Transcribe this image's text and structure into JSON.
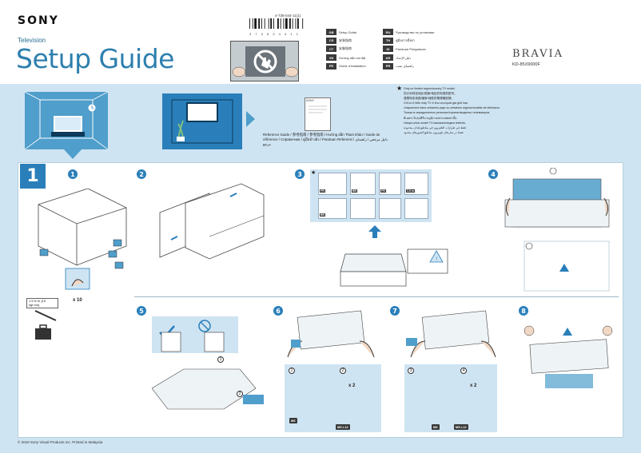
{
  "header": {
    "brand": "SONY",
    "category": "Television",
    "title": "Setup Guide",
    "part_number": "4-736-044-11(1)",
    "barcode_text": "4 7 3 6 0 4 4 1 1",
    "product_line": "BRAVIA",
    "model": "KD-85X9000F"
  },
  "languages": [
    {
      "code": "GB",
      "name": "Setup Guide"
    },
    {
      "code": "RU",
      "name": "Руководство по установке"
    },
    {
      "code": "CS",
      "name": "安装指南"
    },
    {
      "code": "TH",
      "name": "คู่มือการตั้งค่า"
    },
    {
      "code": "CT",
      "name": "安裝指南"
    },
    {
      "code": "ID",
      "name": "Panduan Pengaturan"
    },
    {
      "code": "VN",
      "name": "Hướng dẫn cài đặt"
    },
    {
      "code": "AR",
      "name": "دليل الإعداد"
    },
    {
      "code": "FR",
      "name": "Guide d'installation"
    },
    {
      "code": "PR",
      "name": "راهنمای نصب"
    }
  ],
  "reference": {
    "book_label": "SONY",
    "text": "Reference Guide / 参考指南 / 參考指南 / Hướng dẫn Tham khảo / Guide de référence / Справочник / คู่มืออ้างอิง / Panduan Referensi / دليل مرجعي / راهنمای مرجع"
  },
  "tv_note": {
    "star": "★",
    "lines": [
      "Only on limited region/country TV model.",
      "仅针对特定地区/国家/地区的电视机型号。",
      "僅限特定地區/國家/地區的電視機型號。",
      "Chỉ có ở kiểu máy TV ở khu vực/quốc gia giới hạn.",
      "Uniquement dans certaines pays ou certaines régions/modèle de téléviseur.",
      "Только в определенных регионах/странах/моделях телевизоров.",
      "มีเฉพาะในรุ่นทีวีบางภูมิภาค/ประเทศเท่านั้น",
      "Hanya untuk model TV kawasan/negara tertentu.",
      "فقط في طرازات التلفزيون في مناطق/بلدان محدودة",
      "فقط در مدل‌های تلویزیون مناطق/کشورهای محدود"
    ]
  },
  "steps": {
    "main_step": "1",
    "substeps": [
      "1",
      "2",
      "3",
      "4",
      "5",
      "6",
      "7",
      "8"
    ]
  },
  "accessory_tags": [
    "PR",
    "BR",
    "PR",
    "1.5 m",
    "BR",
    "",
    "",
    ""
  ],
  "torque_note": "1.5 N·m {15 kgf·cm}",
  "screws_count": "x 10",
  "panel_tags": {
    "step6_sub1": "1",
    "step6_sub2": "2",
    "step7_sub3": "3",
    "step7_sub4": "4",
    "x2": "x 2",
    "tag_a": "M6",
    "tag_b": "M5 L12",
    "tag_c": "M6",
    "tag_d": "M5 L12"
  },
  "footer": {
    "copyright": "© 2018 Sony Visual Products Inc.   Printed in Malaysia"
  },
  "colors": {
    "accent_blue": "#2a7fba",
    "light_blue": "#cfe4f2",
    "title_blue": "#2d7fae"
  }
}
